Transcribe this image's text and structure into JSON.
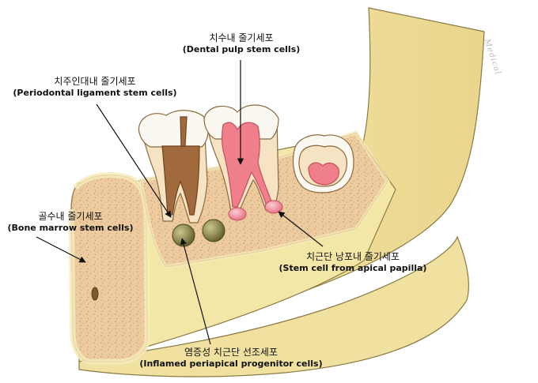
{
  "labels": {
    "dental_pulp": {
      "ko": "치수내 줄기세포",
      "en": "(Dental pulp stem cells)"
    },
    "periodontal": {
      "ko": "치주인대내 줄기세포",
      "en": "(Periodontal ligament stem cells)"
    },
    "bone_marrow": {
      "ko": "골수내 줄기세포",
      "en": "(Bone marrow stem cells)"
    },
    "apical_papilla": {
      "ko": "치근단 낭포내 줄기세포",
      "en": "(Stem cell from apical papilla)"
    },
    "periapical": {
      "ko": "염증성 치근단 선조세포",
      "en": "(Inflamed periapical progenitor cells)"
    }
  },
  "watermark": "Medical",
  "colors": {
    "bone": "#f3e6a6",
    "bone_outline": "#8a7a45",
    "marrow": "#ecc99c",
    "marrow_dots": "#d9a77c",
    "pulp": "#f07f8c",
    "pulp_light": "#f7b3bc",
    "dentin": "#f6e3c3",
    "enamel": "#fbf8f1",
    "root_brown": "#a06a3c",
    "cell_green": "#8e8a52"
  }
}
